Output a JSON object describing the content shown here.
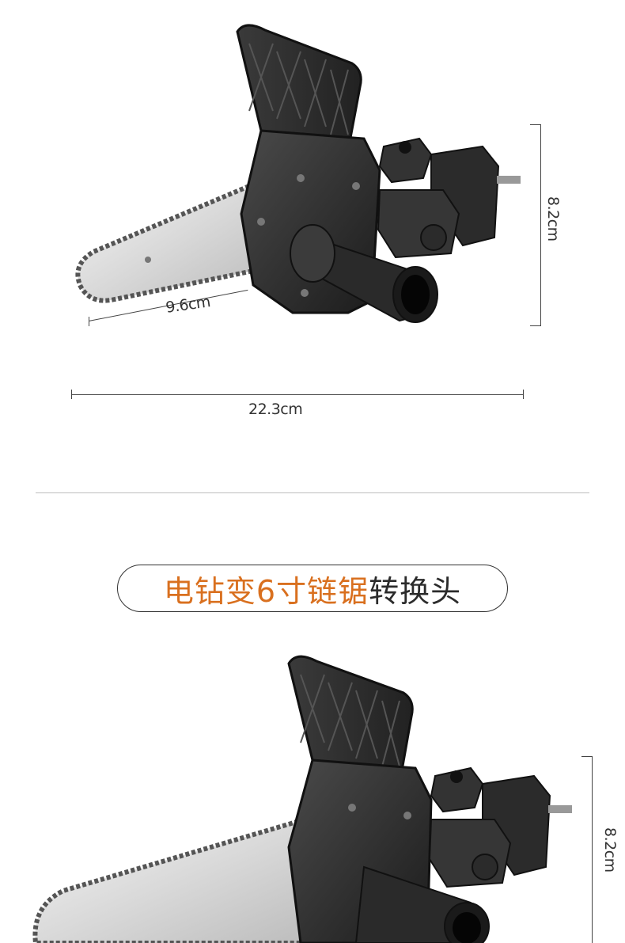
{
  "top": {
    "length_label": "22.3cm",
    "height_label": "8.2cm",
    "bar_label": "9.6cm"
  },
  "title": {
    "orange": "电钻变6寸链锯",
    "dark": "转换头"
  },
  "bottom": {
    "height_label": "8.2cm"
  },
  "colors": {
    "accent": "#d9701f",
    "text": "#2b2b2b",
    "divider": "#bdbdbd"
  }
}
